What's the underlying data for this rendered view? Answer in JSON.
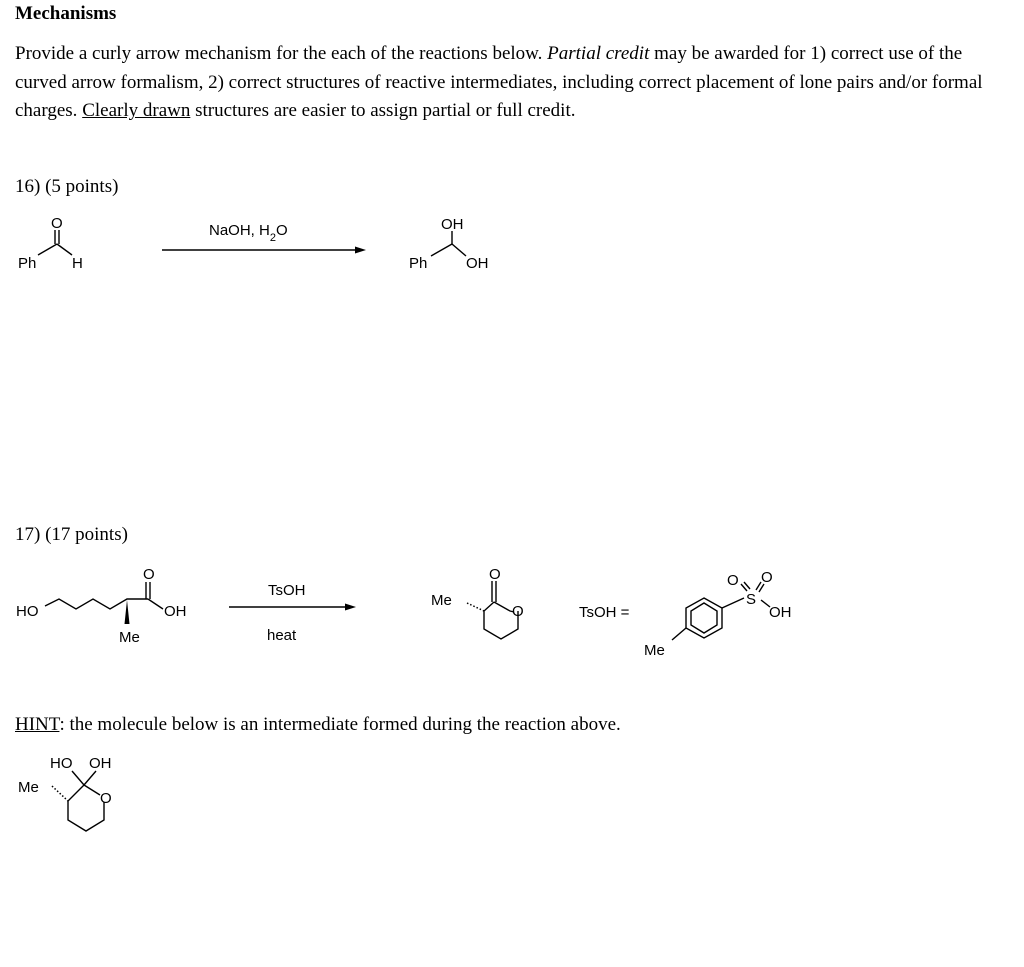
{
  "heading": "Mechanisms",
  "intro": {
    "part1": "Provide a curly arrow mechanism for the each of the reactions below. ",
    "partial_credit": "Partial credit",
    "part2": " may be awarded for 1) correct use of the curved arrow formalism, 2) correct structures of reactive intermediates, including correct placement of lone pairs and/or formal charges. ",
    "clearly_drawn": "Clearly drawn",
    "part3": " structures are easier to assign partial or full credit."
  },
  "q16": {
    "title": "16) (5 points)",
    "reactant": {
      "o": "O",
      "ph": "Ph",
      "h": "H"
    },
    "reagents": {
      "pre": "NaOH, H",
      "sub": "2",
      "post": "O"
    },
    "product": {
      "oh_top": "OH",
      "ph": "Ph",
      "oh_right": "OH"
    }
  },
  "q17": {
    "title": "17) (17 points)",
    "reactant": {
      "ho": "HO",
      "o": "O",
      "oh": "OH",
      "me": "Me"
    },
    "reagents": {
      "top": "TsOH",
      "bottom": "heat"
    },
    "product": {
      "me": "Me",
      "o_carbonyl": "O",
      "o_ring": "O"
    },
    "definition": {
      "label": "TsOH =",
      "me": "Me",
      "s": "S",
      "o1": "O",
      "o2": "O",
      "oh": "OH"
    }
  },
  "hint": {
    "word": "HINT",
    "rest": ": the molecule below is an intermediate formed during the reaction above.",
    "structure": {
      "ho": "HO",
      "oh": "OH",
      "me": "Me",
      "o_ring": "O"
    }
  }
}
